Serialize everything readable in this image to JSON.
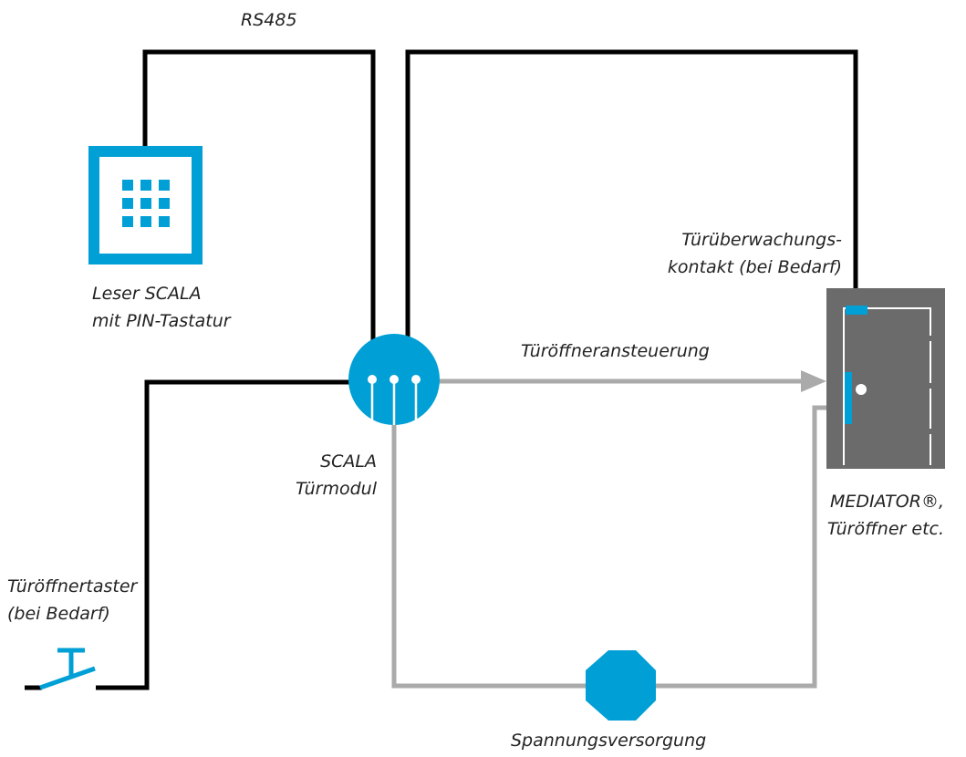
{
  "labels": {
    "rs485": "RS485",
    "reader_line1": "Leser SCALA",
    "reader_line2": "mit PIN-Tastatur",
    "contact_line1": "Türüberwachungs-",
    "contact_line2": "kontakt (bei Bedarf)",
    "door_control": "Türöffneransteuerung",
    "module_line1": "SCALA",
    "module_line2": "Türmodul",
    "mediator_line1": "MEDIATOR®,",
    "mediator_line2": "Türöffner etc.",
    "button_line1": "Türöffnertaster",
    "button_line2": "(bei Bedarf)",
    "power": "Spannungsversorgung"
  },
  "colors": {
    "accent": "#009fd6",
    "data_wire": "#000000",
    "power_wire": "#aaaaaa",
    "door": "#6b6b6b"
  }
}
